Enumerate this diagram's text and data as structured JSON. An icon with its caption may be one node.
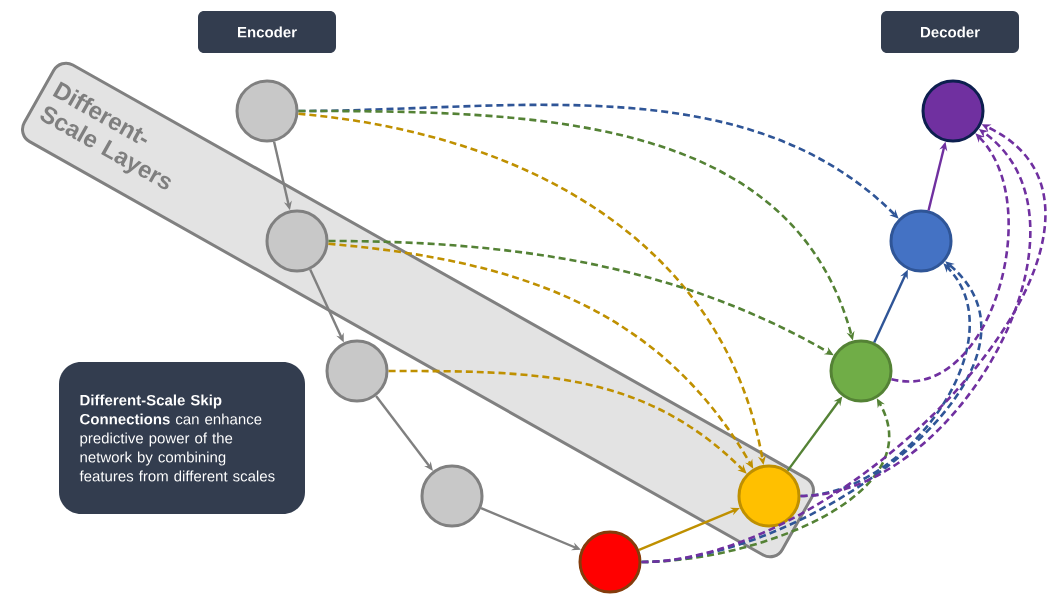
{
  "diagram": {
    "nodes": [
      {
        "text": [
          "Encoder"
        ]
      },
      {
        "text": [
          "Decoder"
        ]
      },
      {
        "text": [
          "Different-Scale Layers"
        ]
      },
      {
        "text": [],
        "shape": "circle"
      },
      {
        "text": [],
        "shape": "circle"
      },
      {
        "text": [],
        "shape": "circle"
      },
      {
        "text": [],
        "shape": "circle"
      },
      {
        "text": [],
        "shape": "circle"
      },
      {
        "text": [],
        "shape": "circle"
      },
      {
        "text": [
          "**Different-Scale Skip Connections** can enhance predictive power of the network by combining features from different scales"
        ]
      },
      {
        "text": [],
        "shape": "circle"
      },
      {
        "text": [],
        "shape": "circle"
      },
      {
        "text": [],
        "shape": "circle"
      }
    ],
    "edges": [
      {
        "from": 3,
        "to": 5,
        "arrow": "to"
      },
      {
        "from": 5,
        "to": 7,
        "arrow": "to"
      },
      {
        "from": 7,
        "to": 10,
        "arrow": "to"
      },
      {
        "from": 10,
        "to": 12,
        "arrow": "to"
      },
      {
        "from": 12,
        "to": 11,
        "arrow": "to",
        "color": "#bf9000"
      },
      {
        "from": 11,
        "to": 8,
        "arrow": "to",
        "color": "#548235"
      },
      {
        "from": 8,
        "to": 6,
        "arrow": "to",
        "color": "#2f5597"
      },
      {
        "from": 6,
        "to": 4,
        "arrow": "to",
        "color": "#7030a0"
      },
      {
        "from": 3,
        "to": 6,
        "arrow": "to",
        "style": "dashed",
        "color": "#2f5597"
      },
      {
        "from": 3,
        "to": 8,
        "arrow": "to",
        "style": "dashed",
        "color": "#548235"
      },
      {
        "from": 3,
        "to": 11,
        "arrow": "to",
        "style": "dashed",
        "color": "#bf9000"
      },
      {
        "from": 5,
        "to": 8,
        "arrow": "to",
        "style": "dashed",
        "color": "#548235"
      },
      {
        "from": 5,
        "to": 11,
        "arrow": "to",
        "style": "dashed",
        "color": "#bf9000"
      },
      {
        "from": 7,
        "to": 11,
        "arrow": "to",
        "style": "dashed",
        "color": "#bf9000"
      },
      {
        "from": 12,
        "to": 8,
        "arrow": "to",
        "style": "dashed",
        "color": "#548235"
      },
      {
        "from": 12,
        "to": 6,
        "arrow": "to",
        "style": "dashed",
        "color": "#2f5597"
      },
      {
        "from": 11,
        "to": 6,
        "arrow": "to",
        "style": "dashed",
        "color": "#2f5597"
      },
      {
        "from": 12,
        "to": 4,
        "arrow": "to",
        "style": "dashed",
        "color": "#7030a0"
      },
      {
        "from": 11,
        "to": 4,
        "arrow": "to",
        "style": "dashed",
        "color": "#7030a0"
      },
      {
        "from": 8,
        "to": 4,
        "arrow": "to",
        "style": "dashed",
        "color": "#7030a0"
      }
    ]
  }
}
